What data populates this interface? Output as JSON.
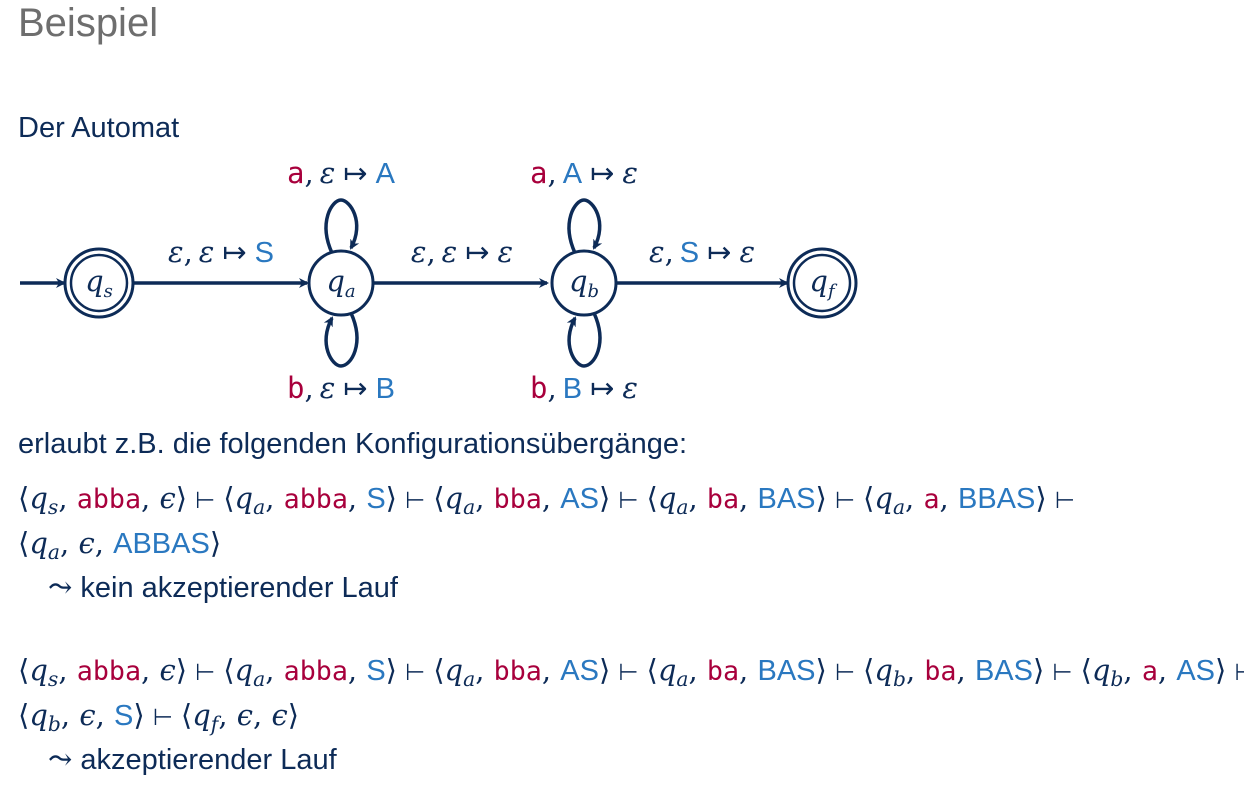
{
  "title": "Beispiel",
  "intro": "Der Automat",
  "mid_text": "erlaubt z.B. die folgenden Konfigurationsübergänge:",
  "colors": {
    "navy": "#0d2b57",
    "crimson": "#a8003c",
    "blue": "#2a78c0",
    "gray": "#6e6e6e"
  },
  "automaton": {
    "states": [
      {
        "name": "q",
        "sub": "s",
        "accepting": true,
        "initial": true
      },
      {
        "name": "q",
        "sub": "a",
        "accepting": false
      },
      {
        "name": "q",
        "sub": "b",
        "accepting": false
      },
      {
        "name": "q",
        "sub": "f",
        "accepting": true
      }
    ],
    "transitions": [
      {
        "from": "s",
        "to": "a",
        "read": "ε",
        "pop": "ε",
        "push": "S"
      },
      {
        "from": "a",
        "to": "b",
        "read": "ε",
        "pop": "ε",
        "push": "ε"
      },
      {
        "from": "b",
        "to": "f",
        "read": "ε",
        "pop": "S",
        "push": "ε"
      },
      {
        "from": "a",
        "to": "a",
        "read": "a",
        "pop": "ε",
        "push": "A"
      },
      {
        "from": "a",
        "to": "a",
        "read": "b",
        "pop": "ε",
        "push": "B"
      },
      {
        "from": "b",
        "to": "b",
        "read": "a",
        "pop": "A",
        "push": "ε"
      },
      {
        "from": "b",
        "to": "b",
        "read": "b",
        "pop": "B",
        "push": "ε"
      }
    ],
    "arrow_symbol": "↦",
    "comma": ","
  },
  "runs": [
    {
      "lines": [
        [
          {
            "q": "s",
            "w": "abba",
            "st": "ϵ"
          },
          {
            "q": "a",
            "w": "abba",
            "st": "S"
          },
          {
            "q": "a",
            "w": "bba",
            "st": "AS"
          },
          {
            "q": "a",
            "w": "ba",
            "st": "BAS"
          },
          {
            "q": "a",
            "w": "a",
            "st": "BBAS"
          }
        ],
        [
          {
            "q": "a",
            "w": "ϵ",
            "st": "ABBAS"
          }
        ]
      ],
      "trailing_turnstile_line1": true,
      "conclusion": "kein akzeptierender Lauf"
    },
    {
      "lines": [
        [
          {
            "q": "s",
            "w": "abba",
            "st": "ϵ"
          },
          {
            "q": "a",
            "w": "abba",
            "st": "S"
          },
          {
            "q": "a",
            "w": "bba",
            "st": "AS"
          },
          {
            "q": "a",
            "w": "ba",
            "st": "BAS"
          },
          {
            "q": "b",
            "w": "ba",
            "st": "BAS"
          },
          {
            "q": "b",
            "w": "a",
            "st": "AS"
          }
        ],
        [
          {
            "q": "b",
            "w": "ϵ",
            "st": "S"
          },
          {
            "q": "f",
            "w": "ϵ",
            "st": "ϵ"
          }
        ]
      ],
      "trailing_turnstile_line1": true,
      "conclusion": "akzeptierender Lauf"
    }
  ],
  "symbols": {
    "turnstile": "⊢",
    "leadsto": "⤳",
    "langle": "⟨",
    "rangle": "⟩",
    "epsilon": "ϵ"
  }
}
